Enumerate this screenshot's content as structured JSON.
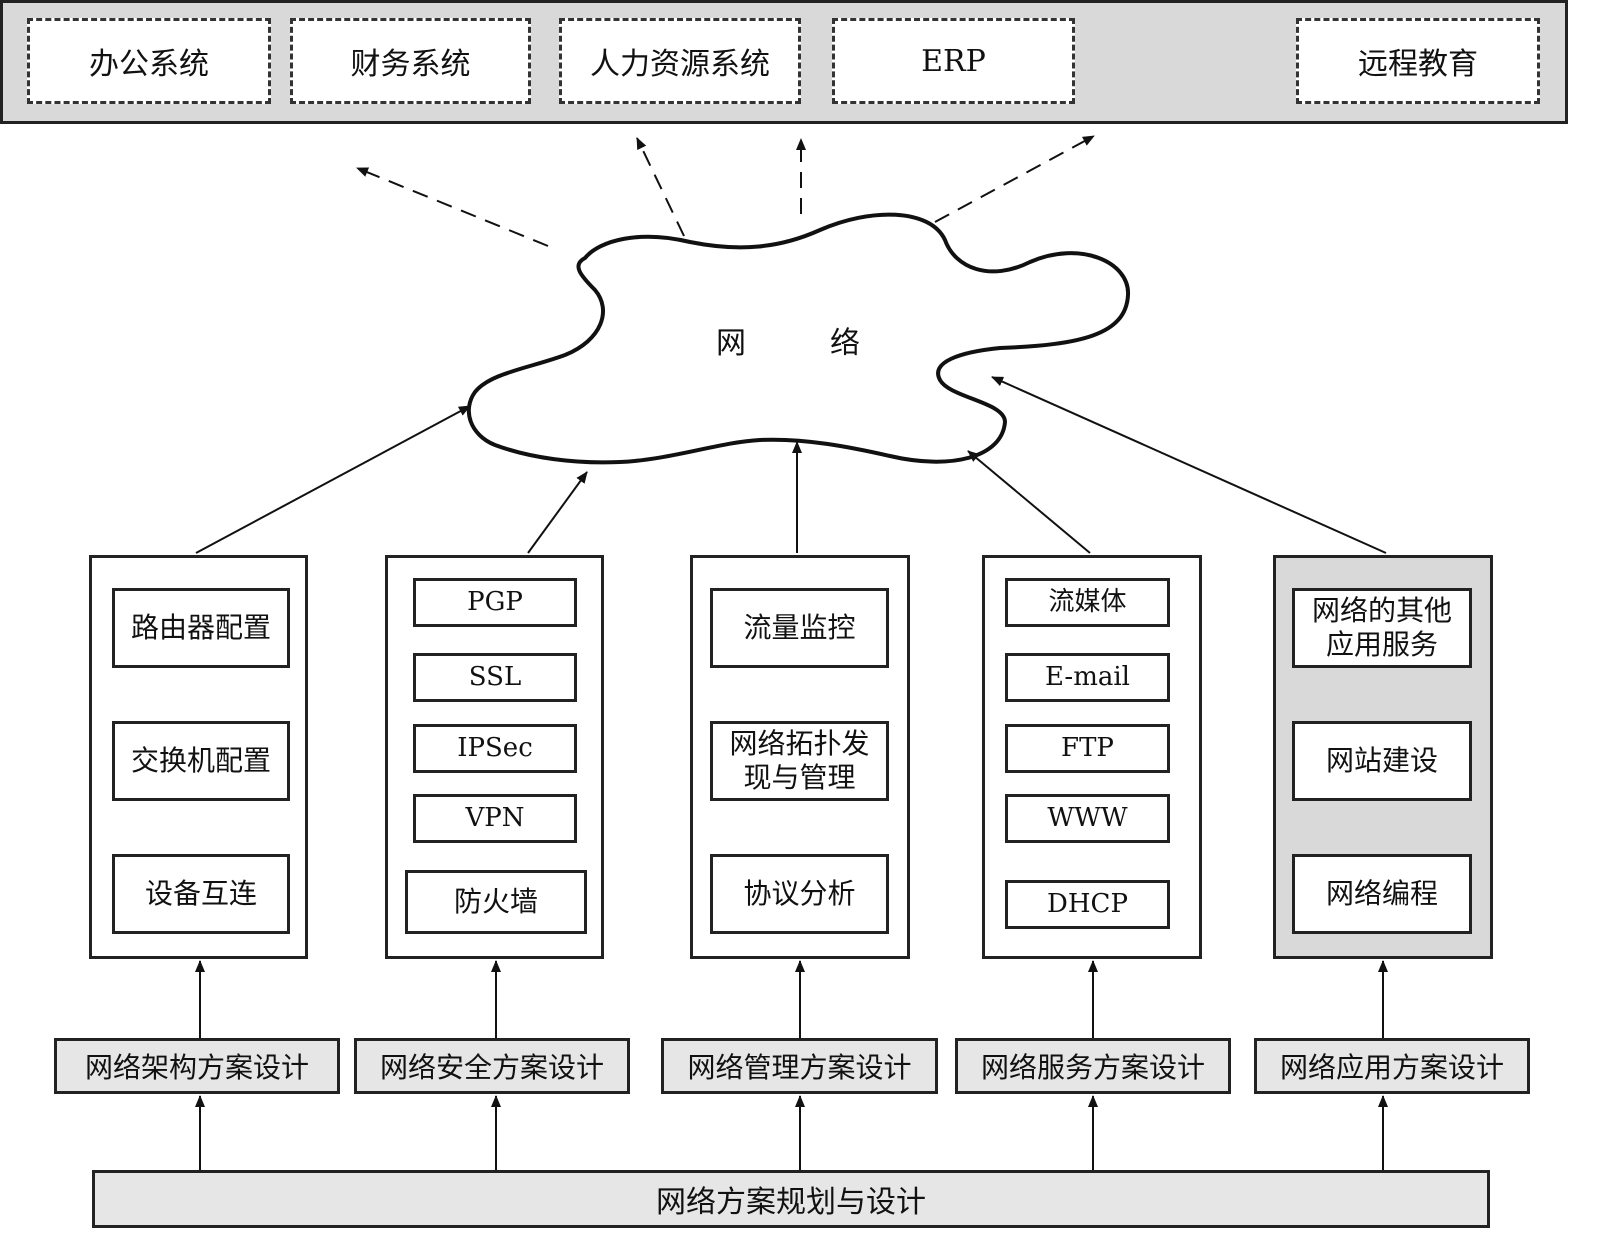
{
  "apps": [
    "办公系统",
    "财务系统",
    "人力资源系统",
    "ERP",
    "远程教育"
  ],
  "cloud": {
    "left": "网",
    "right": "络"
  },
  "columns": [
    {
      "items": [
        "路由器配置",
        "交换机配置",
        "设备互连"
      ],
      "design": "网络架构方案设计"
    },
    {
      "items": [
        "PGP",
        "SSL",
        "IPSec",
        "VPN",
        "防火墙"
      ],
      "design": "网络安全方案设计"
    },
    {
      "items": [
        "流量监控",
        "网络拓扑发现与管理",
        "协议分析"
      ],
      "design": "网络管理方案设计"
    },
    {
      "items": [
        "流媒体",
        "E-mail",
        "FTP",
        "WWW",
        "DHCP"
      ],
      "design": "网络服务方案设计"
    },
    {
      "items": [
        "网络的其他应用服务",
        "网站建设",
        "网络编程"
      ],
      "design": "网络应用方案设计"
    }
  ],
  "base": "网络方案规划与设计"
}
